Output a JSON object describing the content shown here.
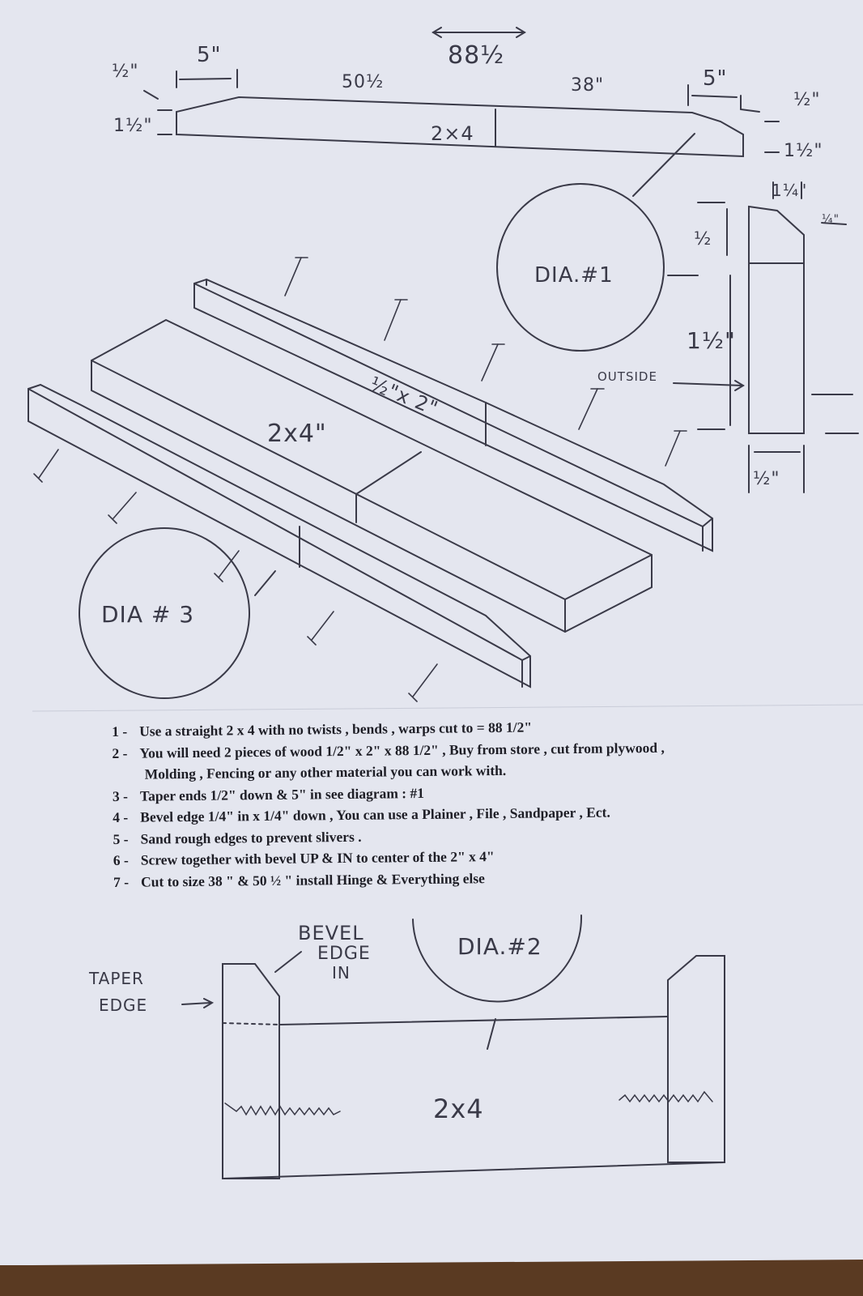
{
  "colors": {
    "paper": "#e4e6ef",
    "ink": "#3a3a48",
    "table": "#5a3a22"
  },
  "top_view": {
    "overall_length": "88½",
    "left_end_length": "5\"",
    "left_section": "50½",
    "right_section": "38\"",
    "right_end_length": "5\"",
    "taper_left": "½\"",
    "taper_right": "½\"",
    "thickness_left": "1½\"",
    "thickness_right": "1½\"",
    "board_label": "2×4"
  },
  "dia1": {
    "label": "DIA.#1",
    "bevel_top": "1¼\"",
    "bevel_side": "¼\"",
    "upper": "½",
    "lower": "1½\"",
    "width": "½\"",
    "outside_label": "OUTSIDE"
  },
  "dia3": {
    "label": "DIA # 3",
    "strip_label": "½\"x 2\"",
    "board_label": "2x4\""
  },
  "instructions": [
    {
      "num": "1 -",
      "text": "Use a straight 2 x 4 with no twists , bends , warps  cut to =  88 1/2\""
    },
    {
      "num": "2 -",
      "text": "You will need 2 pieces of wood  1/2\" x 2\" x 88 1/2\" ,  Buy from store , cut from plywood ,",
      "cont": "Molding , Fencing or any other material you can work with."
    },
    {
      "num": "3 -",
      "text": "Taper ends  1/2\" down & 5\" in  see diagram :  #1"
    },
    {
      "num": "4 -",
      "text": "Bevel edge 1/4\" in x 1/4\" down , You can use a Plainer , File , Sandpaper , Ect."
    },
    {
      "num": "5 -",
      "text": "Sand rough edges to prevent slivers ."
    },
    {
      "num": "6 -",
      "text": "Screw together with bevel UP & IN to center of the  2\" x 4\""
    },
    {
      "num": "7 -",
      "text": "Cut to size   38 \"  &  50 ½ \"   install   Hinge   &   Everything else"
    }
  ],
  "dia2": {
    "label": "DIA.#2",
    "bevel_label_1": "BEVEL",
    "bevel_label_2": "EDGE",
    "bevel_label_3": "IN",
    "taper_label_1": "TAPER",
    "taper_label_2": "EDGE",
    "board_label": "2x4"
  }
}
